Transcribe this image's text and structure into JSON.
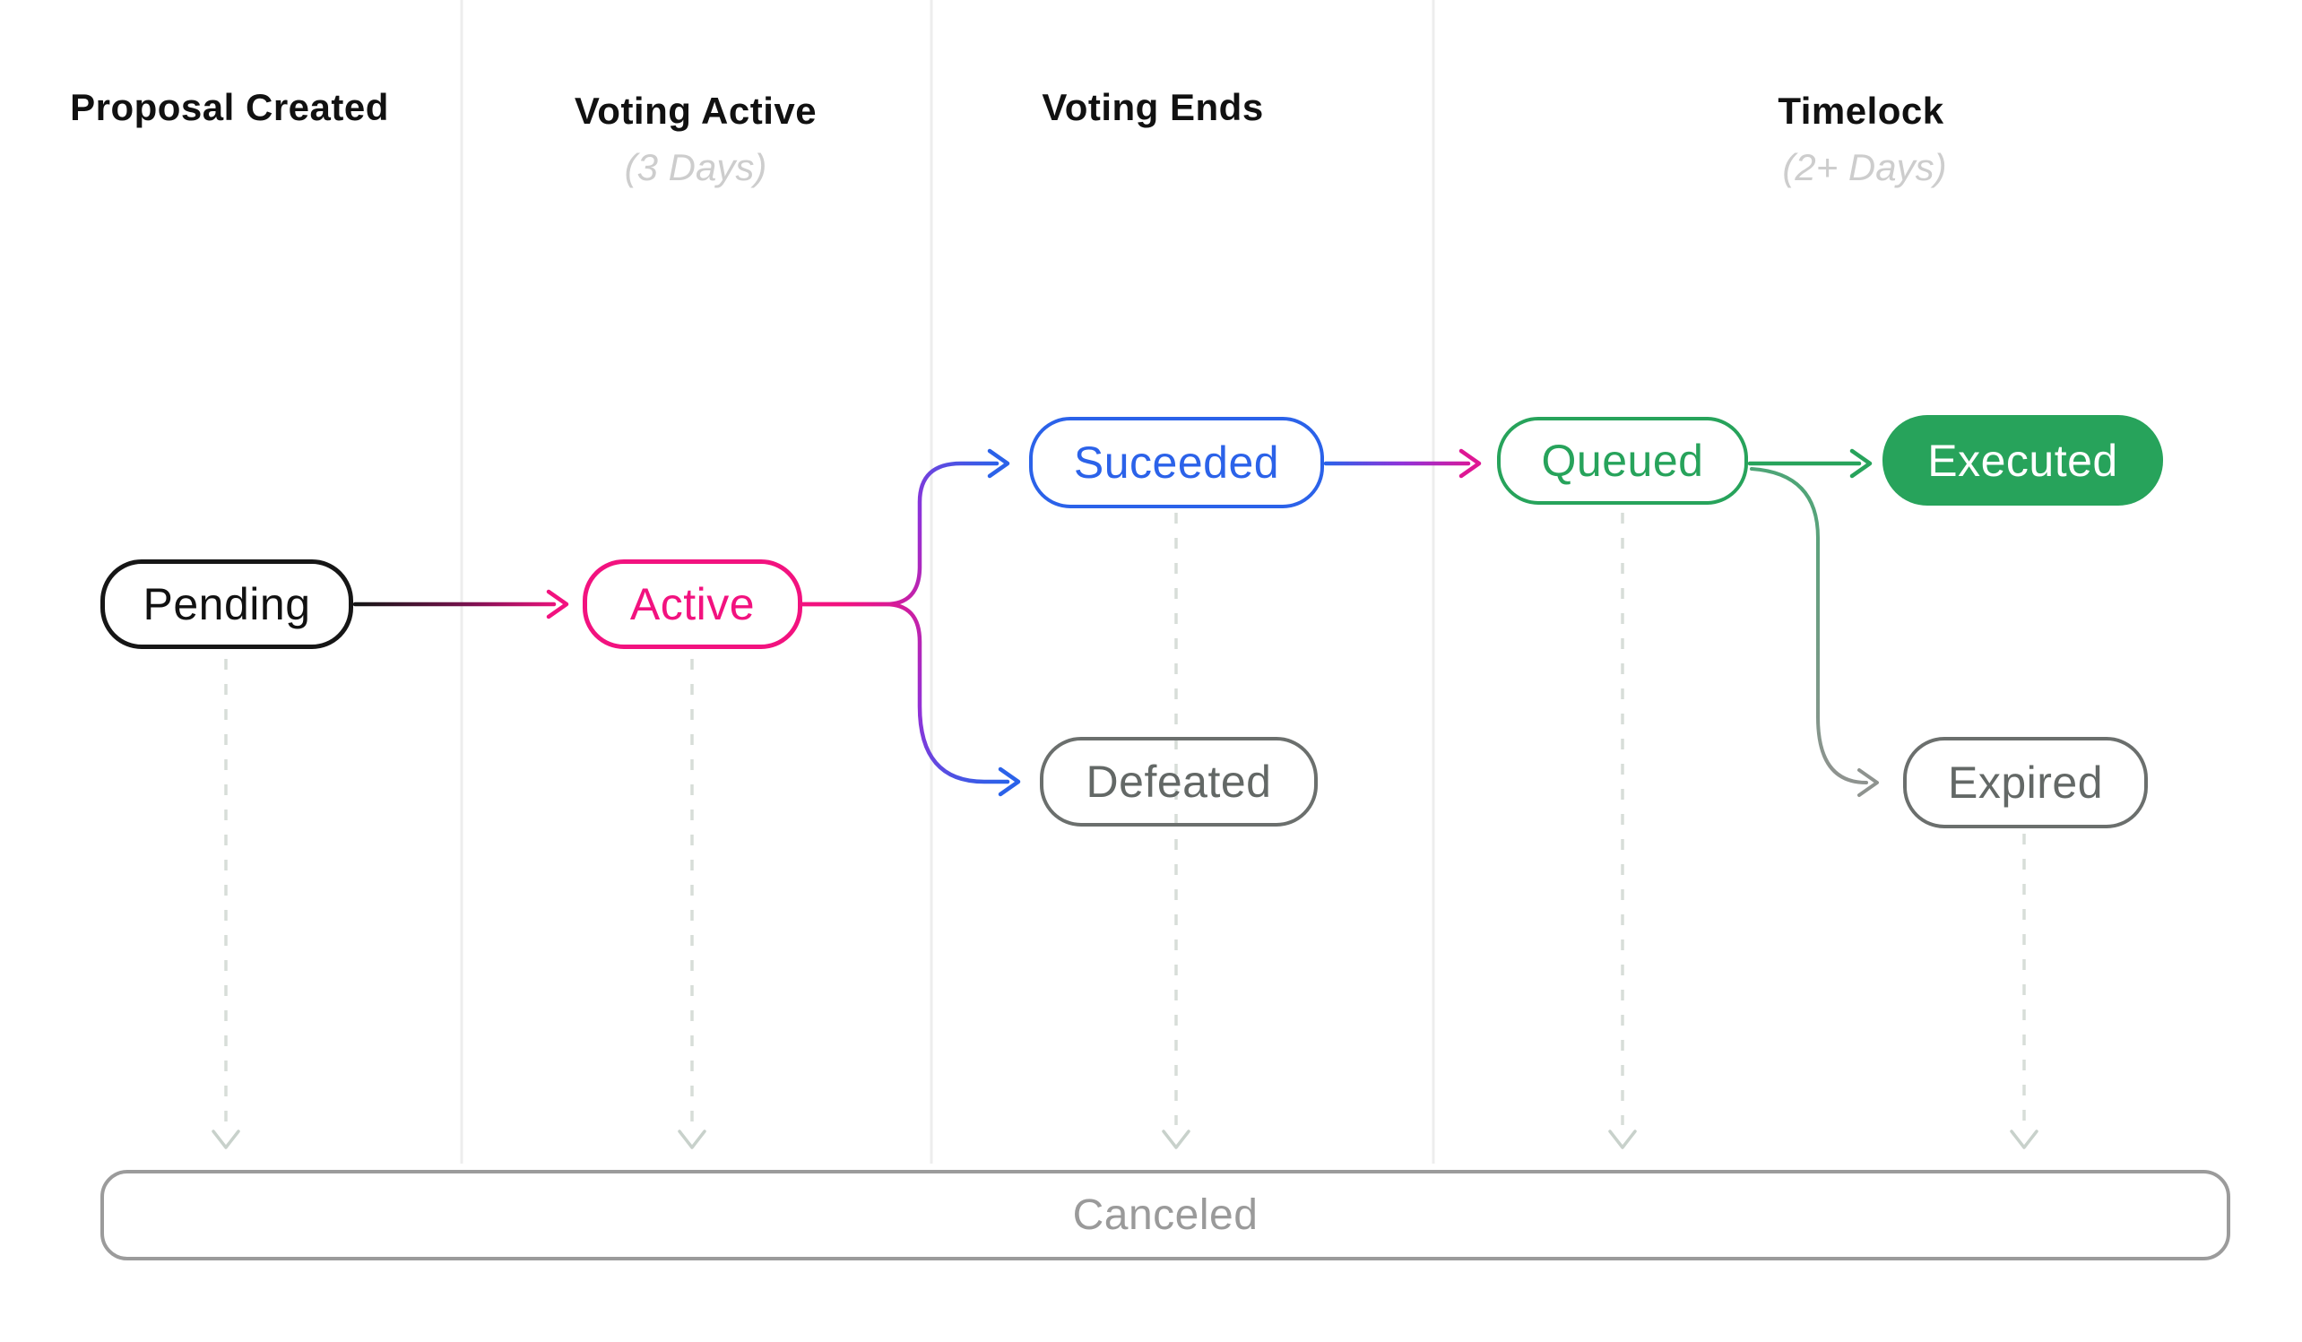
{
  "diagram": {
    "columns": [
      {
        "label": "Proposal Created",
        "sublabel": ""
      },
      {
        "label": "Voting Active",
        "sublabel": "(3 Days)"
      },
      {
        "label": "Voting Ends",
        "sublabel": ""
      },
      {
        "label": "Timelock",
        "sublabel": "(2+ Days)"
      }
    ],
    "nodes": [
      {
        "id": "pending",
        "label": "Pending"
      },
      {
        "id": "active",
        "label": "Active"
      },
      {
        "id": "suceeded",
        "label": "Suceeded"
      },
      {
        "id": "defeated",
        "label": "Defeated"
      },
      {
        "id": "queued",
        "label": "Queued"
      },
      {
        "id": "executed",
        "label": "Executed"
      },
      {
        "id": "expired",
        "label": "Expired"
      },
      {
        "id": "canceled",
        "label": "Canceled"
      }
    ],
    "edges": [
      {
        "from": "pending",
        "to": "active",
        "style": "gradient-black-pink"
      },
      {
        "from": "active",
        "to": "suceeded",
        "style": "gradient-pink-purple-blue"
      },
      {
        "from": "active",
        "to": "defeated",
        "style": "gradient-pink-purple-blue"
      },
      {
        "from": "suceeded",
        "to": "queued",
        "style": "gradient-blue-purple-magenta"
      },
      {
        "from": "queued",
        "to": "executed",
        "style": "solid-green"
      },
      {
        "from": "queued",
        "to": "expired",
        "style": "gradient-green-gray"
      }
    ]
  },
  "colors": {
    "ink": "#161616",
    "pink": "#F2127F",
    "purple": "#9032D8",
    "blue": "#2B62E9",
    "magenta": "#DE1794",
    "green": "#27A35B",
    "green_soft": "#4FA577",
    "gray_node": "#6B6F6D",
    "gray_text": "#636866",
    "gray_arrow": "#8E938F",
    "gray_bar": "#9B9B9B",
    "gray_bar_text": "#9A9A9A",
    "dash": "#D7DDD8",
    "chevron": "#C8D1CB",
    "separator": "#EDEDED",
    "subtitle": "#CDCDCD",
    "white": "#FFFFFF"
  }
}
